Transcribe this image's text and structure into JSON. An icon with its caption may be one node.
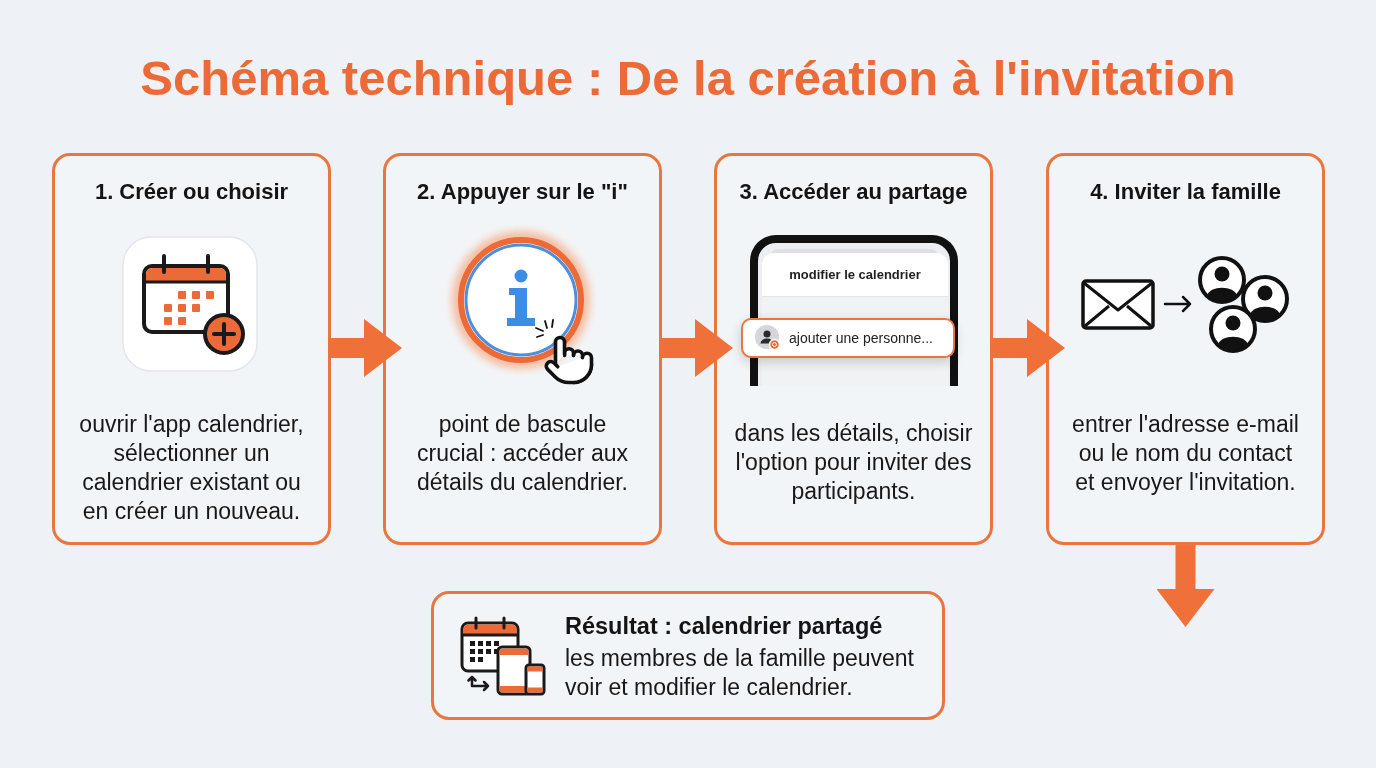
{
  "diagram": {
    "title": "Schéma technique : De la création à l'invitation",
    "nodes": [
      {
        "text": [
          "1. Créer ou choisir",
          "ouvrir l'app calendrier, sélectionner un calendrier existant ou en créer un nouveau."
        ]
      },
      {
        "text": [
          "2. Appuyer sur le \"i\"",
          "point de bascule crucial : accéder aux détails du calendrier."
        ]
      },
      {
        "text": [
          "3. Accéder au partage",
          "dans les détails, choisir l'option pour inviter des participants."
        ]
      },
      {
        "text": [
          "modifier le calendrier"
        ],
        "in": 2
      },
      {
        "text": [
          "ajouter une personne..."
        ],
        "in": 2
      },
      {
        "text": [
          "4. Inviter la famille",
          "entrer l'adresse e-mail ou le nom du contact et envoyer l'invitation."
        ]
      },
      {
        "text": [
          "Résultat : calendrier partagé",
          "les membres de la famille peuvent voir et modifier le calendrier."
        ]
      }
    ],
    "edges": [
      {
        "from": 0,
        "to": 1,
        "arrow": "to"
      },
      {
        "from": 1,
        "to": 2,
        "arrow": "to"
      },
      {
        "from": 2,
        "to": 5,
        "arrow": "to"
      },
      {
        "from": 5,
        "to": null,
        "arrow": "to"
      }
    ]
  }
}
